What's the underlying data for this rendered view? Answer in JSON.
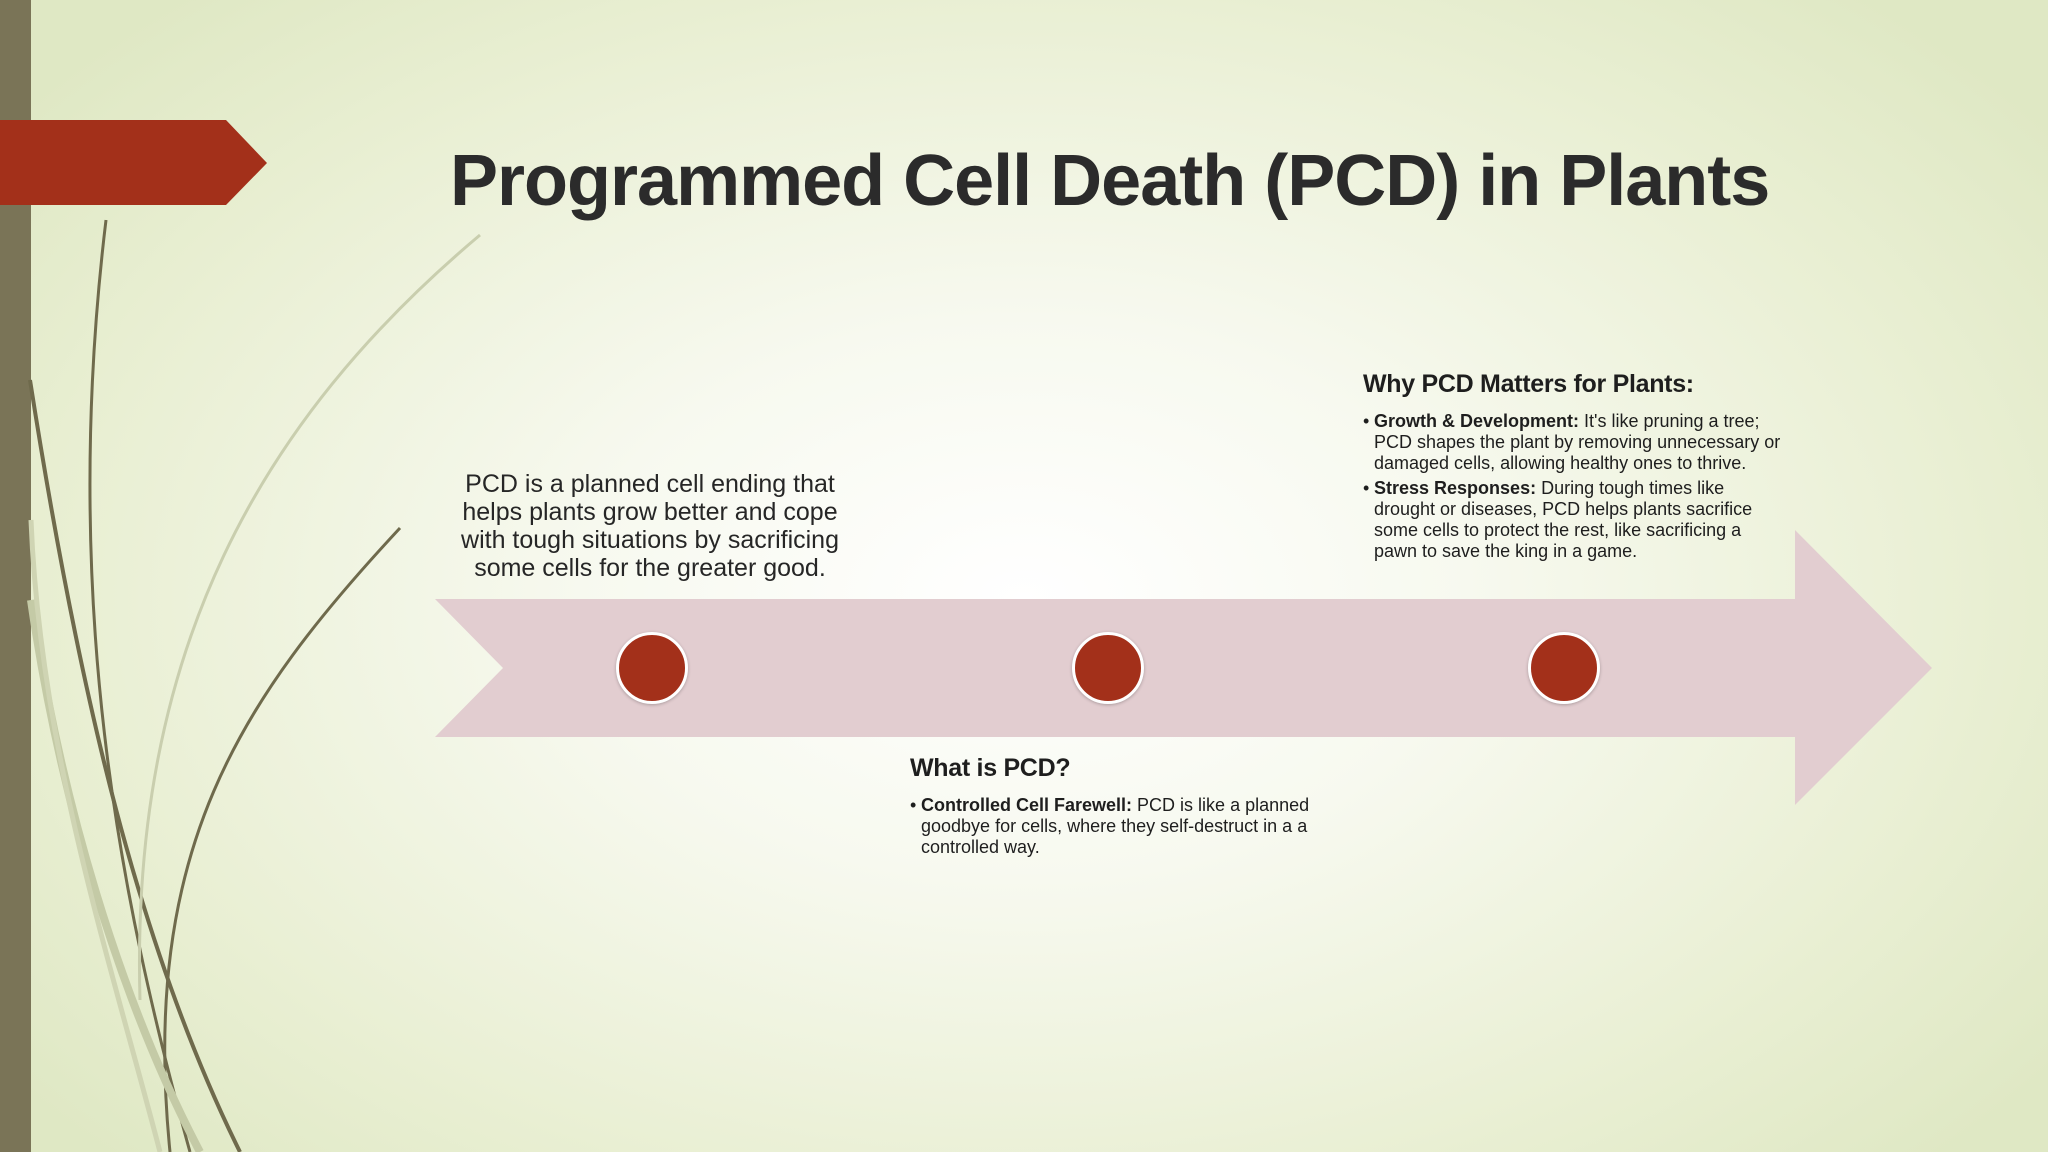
{
  "slide": {
    "title": "Programmed Cell Death (PCD) in Plants",
    "intro": "PCD is a planned cell ending that helps plants grow better and cope with tough situations by sacrificing some cells for the greater good.",
    "bullet_char": "•",
    "why": {
      "heading": "Why PCD Matters for Plants:",
      "items": [
        {
          "term": "Growth & Development:",
          "text": " It's like pruning a tree; PCD shapes the plant by removing unnecessary or damaged cells, allowing healthy ones to thrive."
        },
        {
          "term": "Stress Responses:",
          "text": " During tough times like drought or diseases, PCD helps plants sacrifice some cells to protect the rest, like sacrificing a pawn to save the king in a game."
        }
      ]
    },
    "what": {
      "heading": "What is PCD?",
      "items": [
        {
          "term": "Controlled Cell Farewell:",
          "text": " PCD is like a planned goodbye for cells, where they self-destruct in a a controlled way."
        }
      ]
    }
  },
  "colors": {
    "accent_red": "#a3301a",
    "arrow_pink": "#e2cdd0",
    "side_bar": "#7a7457",
    "text": "#262626"
  }
}
